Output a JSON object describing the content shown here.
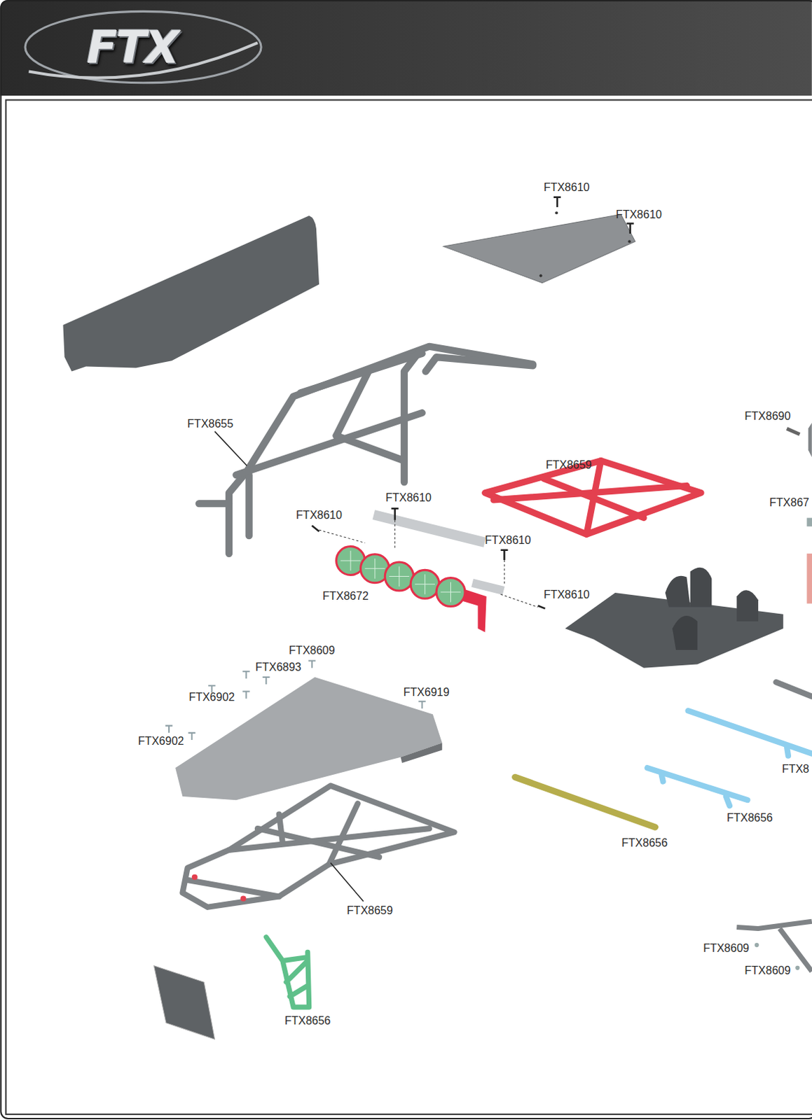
{
  "diagram": {
    "labels": [
      "FTX",
      "FTX8610",
      "FTX8610",
      "FTX8690",
      "FTX8655",
      "FTX8659",
      "FTX867",
      "FTX8610",
      "FTX8610",
      "FTX8610",
      "FTX8672",
      "FTX8610",
      "FTX8609",
      "FTX6893",
      "FTX6902",
      "FTX6919",
      "FTX6902",
      "FTX8",
      "FTX8656",
      "FTX8656",
      "FTX8659",
      "FTX8609",
      "FTX8609",
      "FTX8656"
    ]
  }
}
